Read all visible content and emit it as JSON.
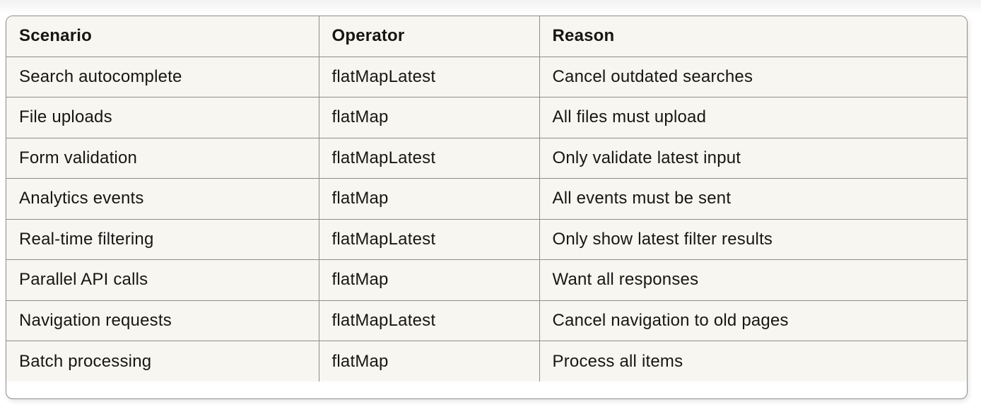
{
  "table": {
    "columns": [
      "Scenario",
      "Operator",
      "Reason"
    ],
    "rows": [
      [
        "Search autocomplete",
        "flatMapLatest",
        "Cancel outdated searches"
      ],
      [
        "File uploads",
        "flatMap",
        "All files must upload"
      ],
      [
        "Form validation",
        "flatMapLatest",
        "Only validate latest input"
      ],
      [
        "Analytics events",
        "flatMap",
        "All events must be sent"
      ],
      [
        "Real-time filtering",
        "flatMapLatest",
        "Only show latest filter results"
      ],
      [
        "Parallel API calls",
        "flatMap",
        "Want all responses"
      ],
      [
        "Navigation requests",
        "flatMapLatest",
        "Cancel navigation to old pages"
      ],
      [
        "Batch processing",
        "flatMap",
        "Process all items"
      ]
    ]
  },
  "colors": {
    "cell_background": "#f8f6f1",
    "card_background": "#ffffff",
    "border": "#8e8d88",
    "text": "#171613"
  }
}
